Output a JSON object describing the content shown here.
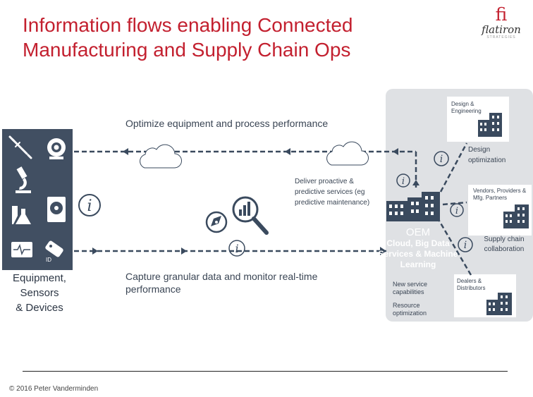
{
  "title": {
    "line1": "Information flows enabling Connected",
    "line2": "Manufacturing and Supply Chain Ops"
  },
  "logo": {
    "mark": "fi",
    "name": "flatiron",
    "sub": "STRATEGIES"
  },
  "flows": {
    "optimize": "Optimize equipment and process performance",
    "capture_line1": "Capture granular data and monitor real-time",
    "capture_line2": "performance",
    "deliver_line1": "Deliver proactive &",
    "deliver_line2": "predictive services (eg",
    "deliver_line3": "predictive maintenance)"
  },
  "devices": {
    "label_line1": "Equipment,",
    "label_line2": "Sensors",
    "label_line3": "& Devices",
    "id_tag": "ID",
    "icons": [
      "syringe-icon",
      "webcam-icon",
      "microscope-icon",
      "flask-icon",
      "hard-drive-icon",
      "monitor-icon",
      "id-tag-icon"
    ]
  },
  "oem": {
    "title": "OEM",
    "line1": "Cloud, Big Data",
    "line2": "Services & Machine",
    "line3": "Learning",
    "new_service_line1": "New service",
    "new_service_line2": "capabilities",
    "resource_line1": "Resource",
    "resource_line2": "optimization"
  },
  "partners": {
    "design_line1": "Design &",
    "design_line2": "Engineering",
    "design_opt_line1": "Design",
    "design_opt_line2": "optimization",
    "vendors_line1": "Vendors, Providers &",
    "vendors_line2": "Mfg. Partners",
    "supply_line1": "Supply chain",
    "supply_line2": "collaboration",
    "dealers_line1": "Dealers &",
    "dealers_line2": "Distributors"
  },
  "colors": {
    "title_red": "#c3202f",
    "panel_dark": "#414f62",
    "panel_gray": "#dfe1e4",
    "line_navy": "#3a4a5e"
  },
  "footer": {
    "copyright": "© 2016 Peter Vanderminden"
  }
}
